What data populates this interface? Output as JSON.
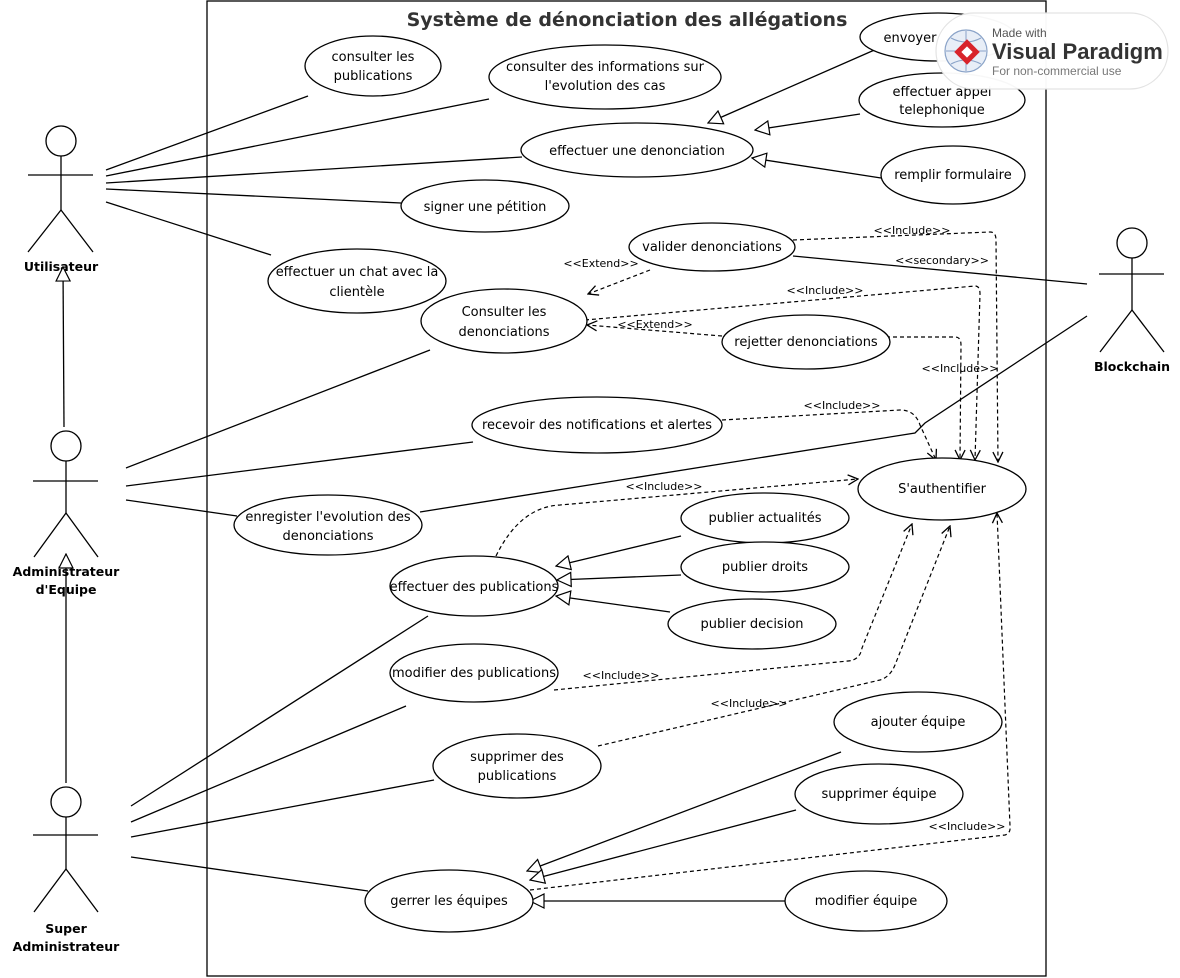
{
  "title": "Système de dénonciation des allégations",
  "actors": {
    "utilisateur": [
      "Utilisateur"
    ],
    "admin_equipe": [
      "Administrateur",
      "d'Equipe"
    ],
    "super_admin": [
      "Super",
      "Administrateur"
    ],
    "blockchain": [
      "Blockchain"
    ]
  },
  "use_cases": {
    "consulter_publications": [
      "consulter les",
      "publications"
    ],
    "consulter_info_evolution": [
      "consulter des informations sur",
      "l'evolution des cas"
    ],
    "envoyer": [
      "envoyer"
    ],
    "effectuer_appel": [
      "effectuer appel",
      "telephonique"
    ],
    "effectuer_denonciation": [
      "effectuer une denonciation"
    ],
    "remplir_formulaire": [
      "remplir formulaire"
    ],
    "signer_petition": [
      "signer une pétition"
    ],
    "chat": [
      "effectuer un chat avec la",
      "clientèle"
    ],
    "valider": [
      "valider denonciations"
    ],
    "consulter_denonciations": [
      "Consulter les",
      "denonciations"
    ],
    "rejetter": [
      "rejetter denonciations"
    ],
    "notifications": [
      "recevoir des notifications et alertes"
    ],
    "sauthentifier": [
      "S'authentifier"
    ],
    "enregistrer_evolution": [
      "enregister l'evolution des",
      "denonciations"
    ],
    "publier_actualites": [
      "publier actualités"
    ],
    "effectuer_publications": [
      "effectuer des publications"
    ],
    "publier_droits": [
      "publier droits"
    ],
    "publier_decision": [
      "publier decision"
    ],
    "modifier_publications": [
      "modifier des publications"
    ],
    "supprimer_publications": [
      "supprimer des",
      "publications"
    ],
    "ajouter_equipe": [
      "ajouter équipe"
    ],
    "supprimer_equipe": [
      "supprimer équipe"
    ],
    "gerrer_equipes": [
      "gerrer les équipes"
    ],
    "modifier_equipe": [
      "modifier équipe"
    ]
  },
  "stereotypes": {
    "include": "<<Include>>",
    "extend": "<<Extend>>",
    "secondary": "<<secondary>>"
  },
  "watermark": {
    "made_with": "Made with",
    "brand": "Visual Paradigm",
    "note": "For non-commercial use"
  }
}
